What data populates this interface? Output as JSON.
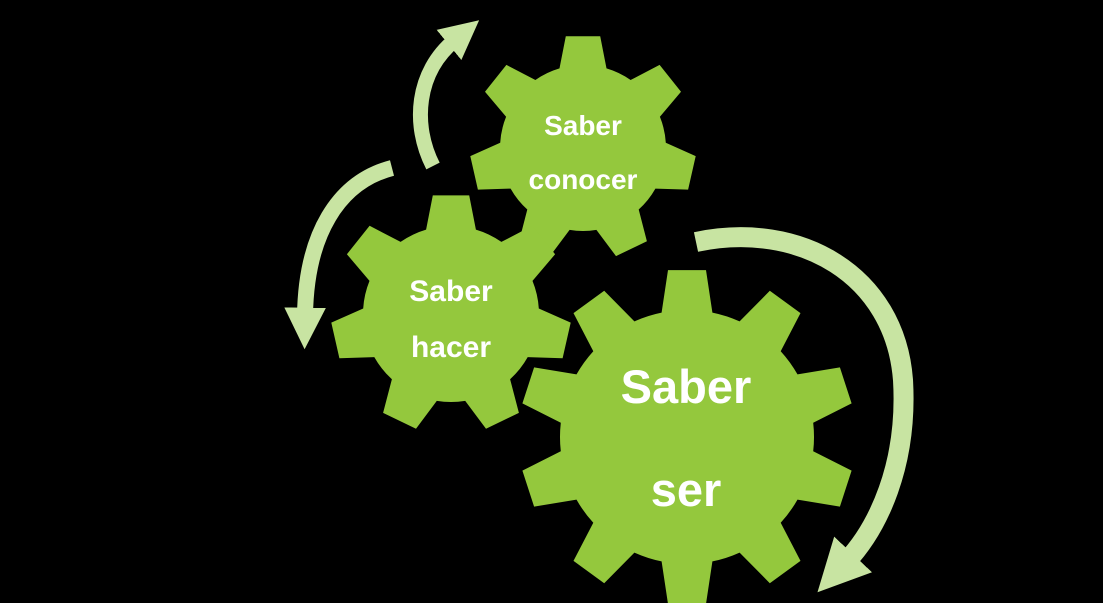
{
  "colors": {
    "background": "#000000",
    "gear": "#94c83d",
    "arrow": "#c8e4a2",
    "label": "#ffffff"
  },
  "gears": {
    "conocer": {
      "line1": "Saber",
      "line2": "conocer"
    },
    "hacer": {
      "line1": "Saber",
      "line2": "hacer"
    },
    "ser": {
      "line1": "Saber",
      "line2": "ser"
    }
  }
}
